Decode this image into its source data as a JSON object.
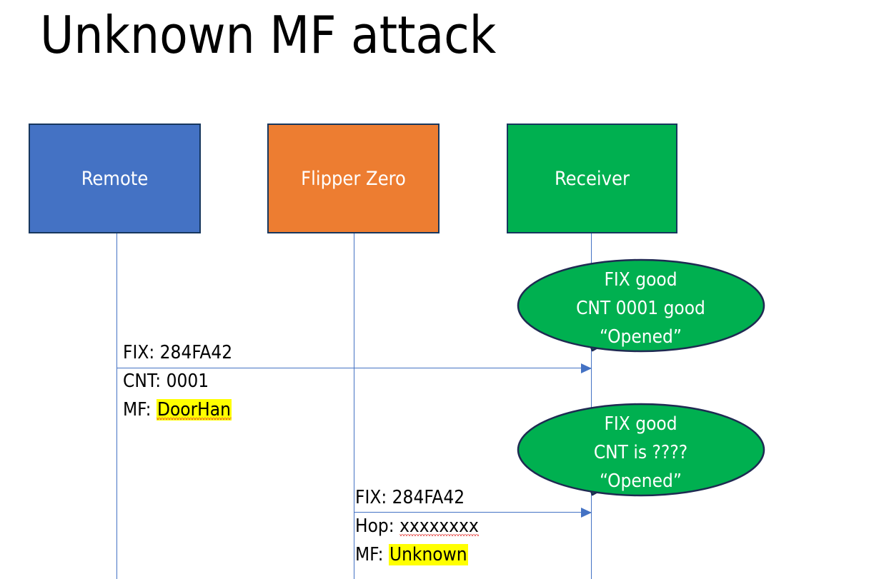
{
  "slide": {
    "title": "Unknown MF attack",
    "background": "#ffffff"
  },
  "colors": {
    "remote_fill": "#4472C4",
    "flipper_fill": "#ED7D31",
    "receiver_fill": "#00B050",
    "box_outline": "#17375E",
    "arrow": "#4472C4",
    "highlight": "#FFFF00",
    "spellcheck_underline": "#E53935",
    "callout_fill": "#00B050",
    "callout_outline": "#1F2A52"
  },
  "actors": [
    {
      "id": "remote",
      "label": "Remote"
    },
    {
      "id": "flipper",
      "label": "Flipper Zero"
    },
    {
      "id": "receiver",
      "label": "Receiver"
    }
  ],
  "messages": [
    {
      "id": "remote-to-receiver",
      "from": "remote",
      "to": "receiver",
      "lines": [
        {
          "text": "FIX: 284FA42"
        },
        {
          "text": "CNT: 0001"
        },
        {
          "prefix": "MF: ",
          "value": "DoorHan",
          "highlighted": true,
          "spellcheck_error": true
        }
      ]
    },
    {
      "id": "flipper-to-receiver",
      "from": "flipper",
      "to": "receiver",
      "lines": [
        {
          "text": "FIX: 284FA42"
        },
        {
          "prefix": "Hop: ",
          "value": "xxxxxxxx",
          "highlighted": false,
          "spellcheck_error": true
        },
        {
          "prefix": "MF: ",
          "value": "Unknown",
          "highlighted": true,
          "spellcheck_error": false
        }
      ]
    }
  ],
  "callouts": [
    {
      "id": "receiver-response-1",
      "lines": [
        "FIX good",
        "CNT 0001 good",
        "“Opened”"
      ]
    },
    {
      "id": "receiver-response-2",
      "lines": [
        "FIX good",
        "CNT is ????",
        "“Opened”"
      ]
    }
  ]
}
